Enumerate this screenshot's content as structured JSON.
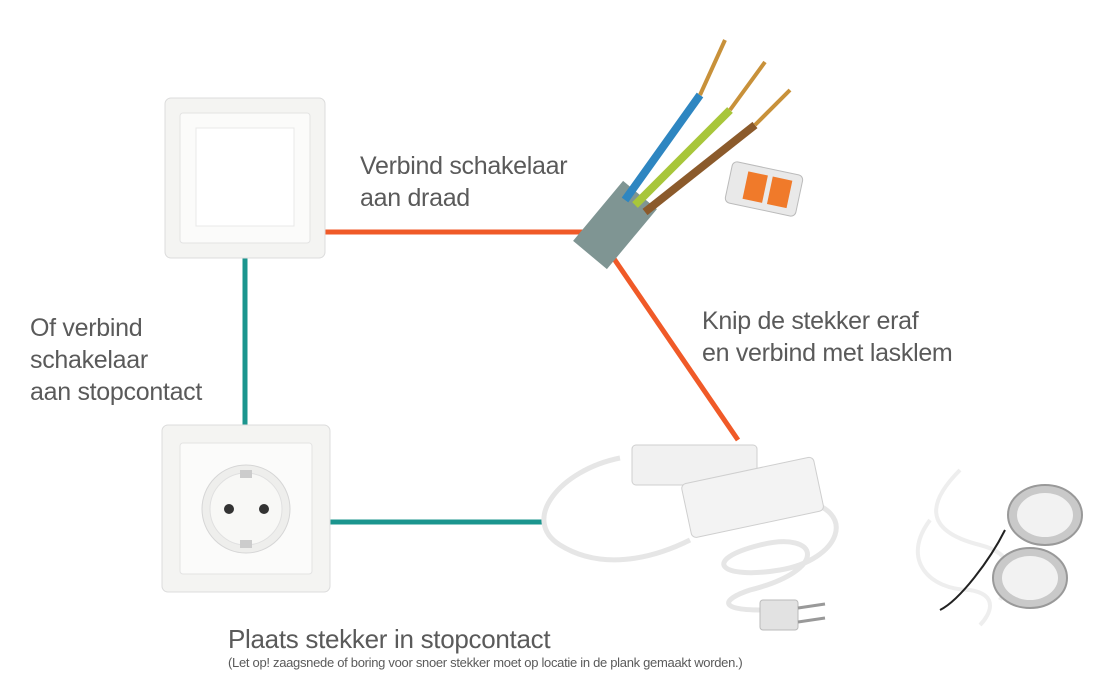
{
  "labels": {
    "connect_switch_wire": [
      "Verbind schakelaar",
      "aan draad"
    ],
    "cut_plug": [
      "Knip de stekker eraf",
      "en verbind met lasklem"
    ],
    "or_connect": [
      "Of verbind",
      "schakelaar",
      "aan stopcontact"
    ],
    "plug_in": "Plaats stekker in stopcontact",
    "note": "(Let op! zaagsnede of boring voor snoer stekker moet op locatie in de plank gemaakt worden.)"
  },
  "colors": {
    "orange": "#f05a28",
    "teal": "#1b958e",
    "text": "#5a5a5a"
  }
}
